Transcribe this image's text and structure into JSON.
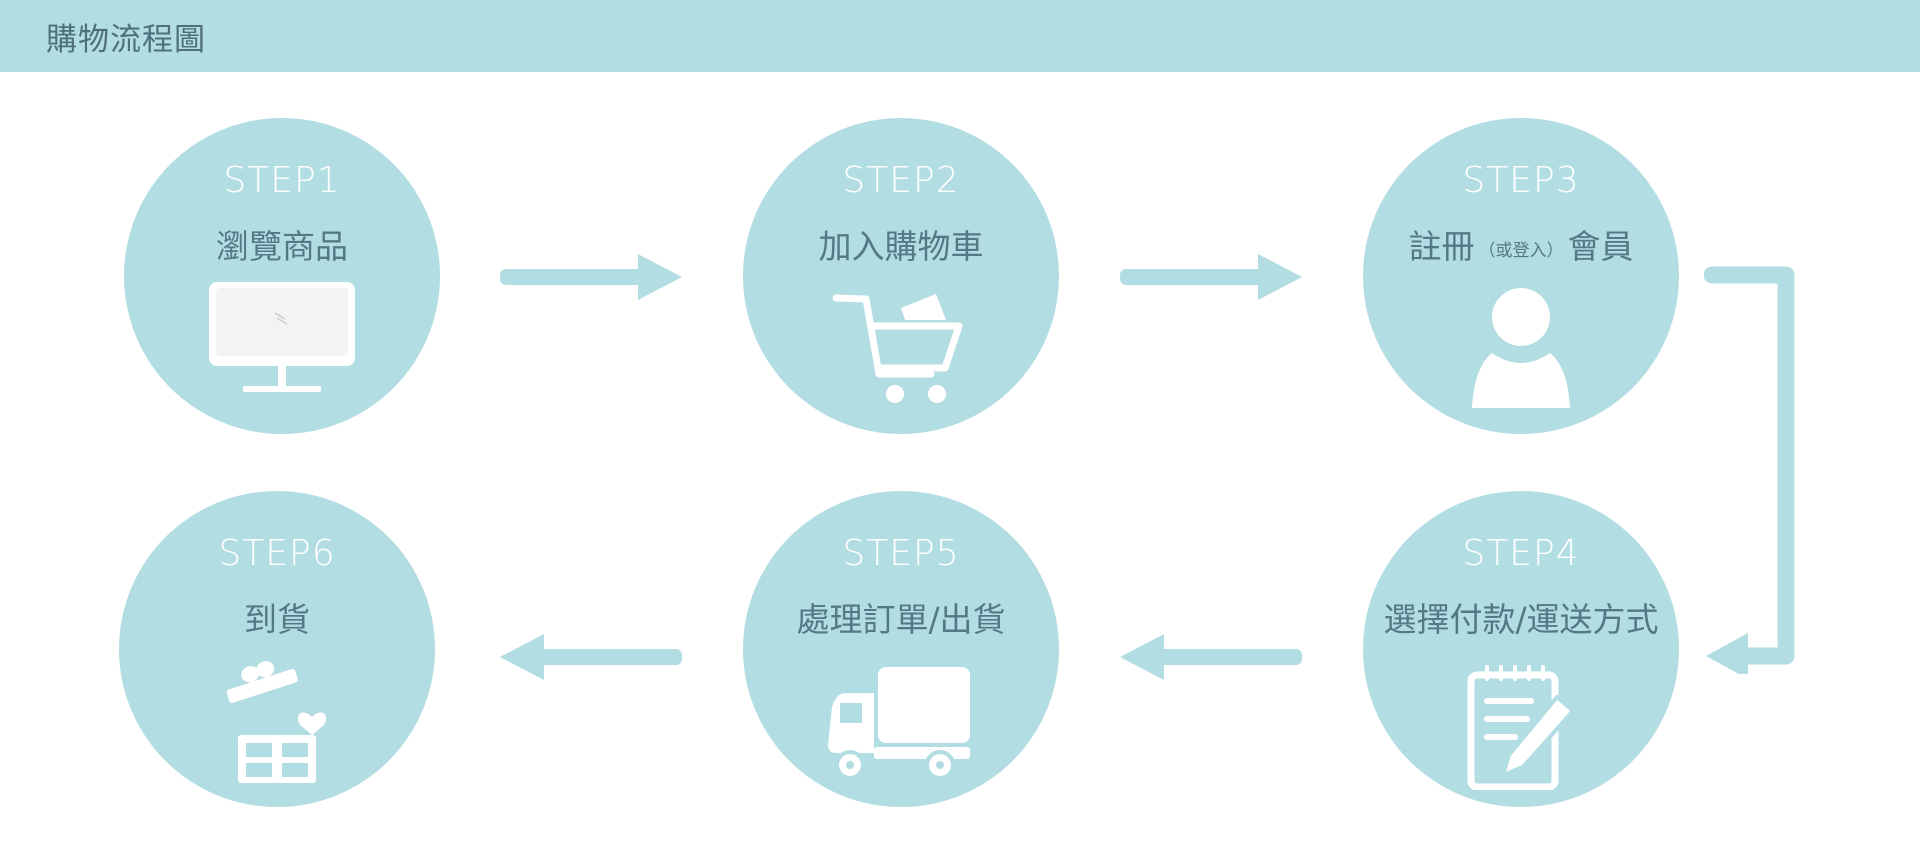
{
  "header": {
    "title": "購物流程圖"
  },
  "colors": {
    "accent": "#b2dde2",
    "label_text": "#557886",
    "icon": "#ffffff"
  },
  "steps": [
    {
      "number": "STEP1",
      "label": "瀏覽商品",
      "icon": "monitor-icon"
    },
    {
      "number": "STEP2",
      "label": "加入購物車",
      "icon": "shopping-cart-icon"
    },
    {
      "number": "STEP3",
      "label_main1": "註冊",
      "label_small": "（或登入）",
      "label_main2": "會員",
      "icon": "user-icon"
    },
    {
      "number": "STEP4",
      "label": "選擇付款/運送方式",
      "icon": "notepad-pencil-icon"
    },
    {
      "number": "STEP5",
      "label": "處理訂單/出貨",
      "icon": "truck-icon"
    },
    {
      "number": "STEP6",
      "label": "到貨",
      "icon": "gift-box-icon"
    }
  ]
}
